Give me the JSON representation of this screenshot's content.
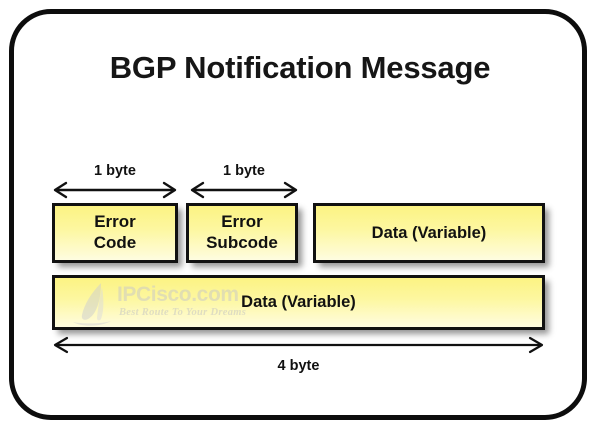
{
  "diagram": {
    "title": "BGP Notification Message",
    "frame": {
      "border_color": "#0d0d0d",
      "background": "#ffffff"
    },
    "colors": {
      "box_fill_top": "#fcf383",
      "box_fill_bottom": "#fefce0",
      "box_border": "#111111",
      "text": "#111111",
      "watermark": "#c9c9c9"
    },
    "dimension_labels": {
      "byte_1": "1 byte",
      "byte_2": "1 byte",
      "total": "4 byte"
    },
    "rows": [
      {
        "name": "header-fields-row",
        "fields": [
          {
            "id": "error-code",
            "label": "Error\nCode",
            "line1": "Error",
            "line2": "Code",
            "size": "1 byte"
          },
          {
            "id": "error-subcode",
            "label": "Error\nSubcode",
            "line1": "Error",
            "line2": "Subcode",
            "size": "1 byte"
          },
          {
            "id": "data-top",
            "label": "Data (Variable)",
            "line1": "Data (Variable)",
            "line2": "",
            "size": "variable"
          }
        ]
      },
      {
        "name": "data-row",
        "fields": [
          {
            "id": "data-bottom",
            "label": "Data (Variable)",
            "line1": "Data (Variable)",
            "line2": "",
            "size": "variable"
          }
        ]
      }
    ],
    "watermark": {
      "brand": "IPCisco.com",
      "tagline": "Best Route To Your Dreams",
      "logo": "sail-boat-icon"
    }
  }
}
